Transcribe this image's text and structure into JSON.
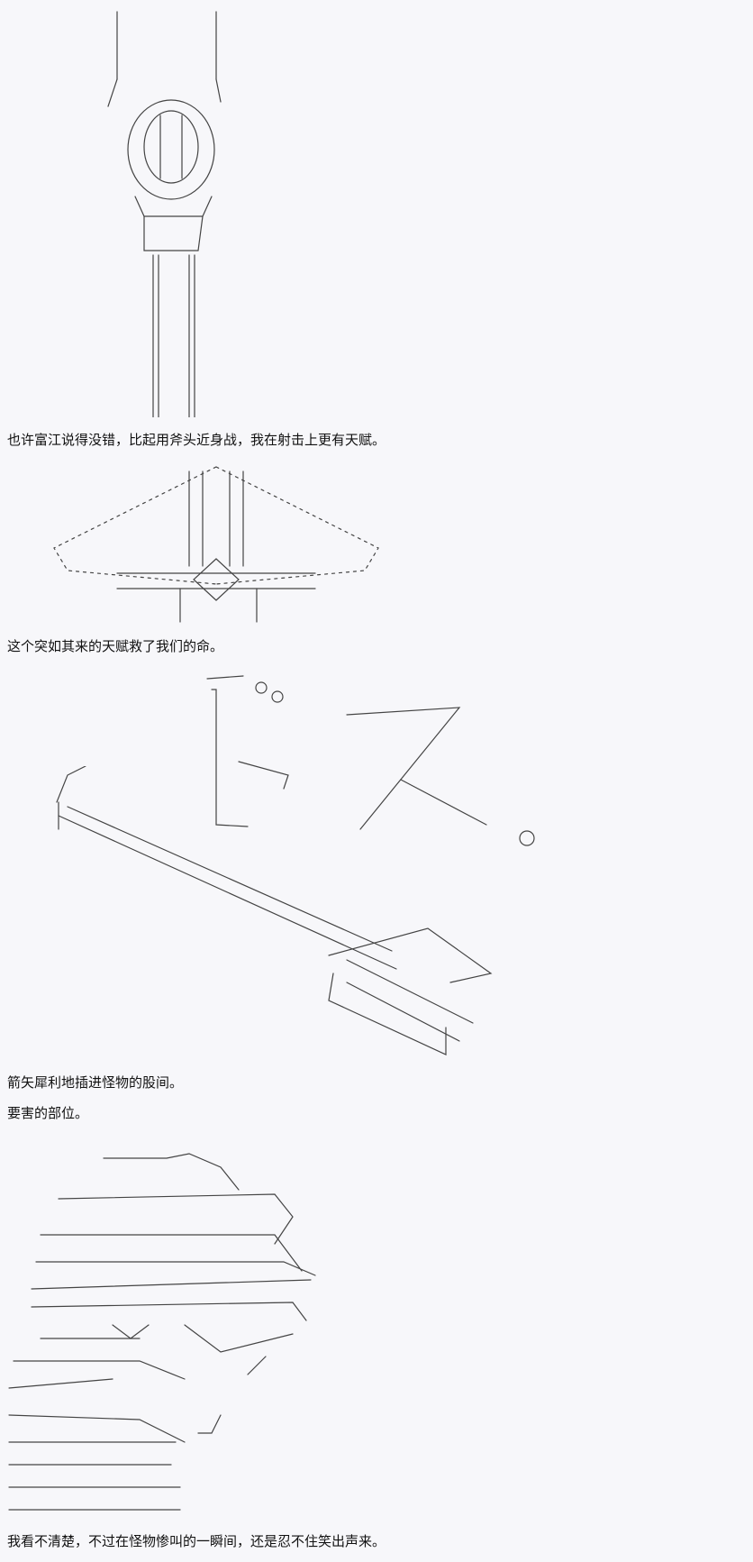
{
  "captions": {
    "line1": "也许富江说得没错，比起用斧头近身战，我在射击上更有天赋。",
    "line2": "这个突如其来的天赋救了我们的命。",
    "line3": "箭矢犀利地插进怪物的股间。",
    "line4": "要害的部位。",
    "line5": "我看不清楚，不过在怪物惨叫的一瞬间，还是忍不住笑出声来。"
  },
  "sfx": {
    "text": "ドス"
  }
}
